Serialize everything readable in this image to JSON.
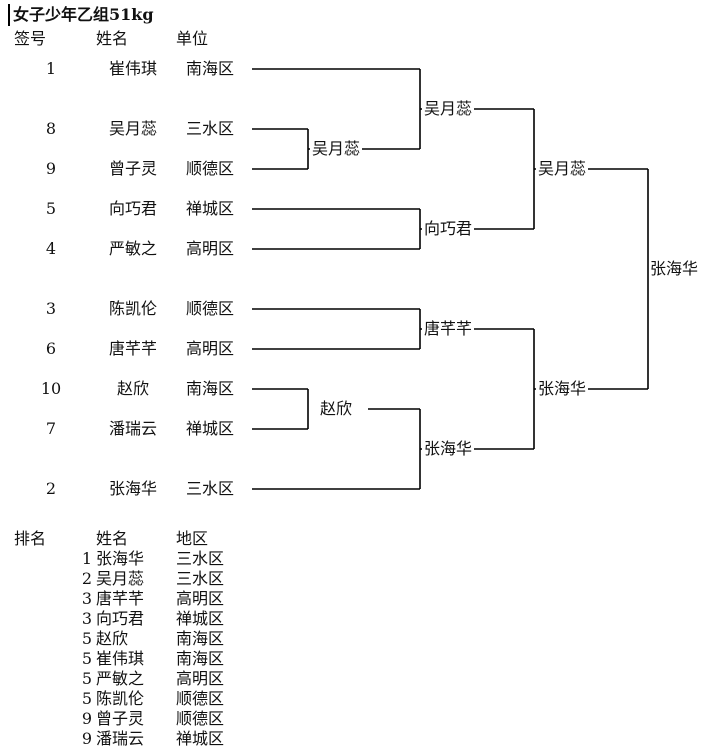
{
  "title": "女子少年乙组51kg",
  "headers": {
    "seed": "签号",
    "name": "姓名",
    "unit": "单位"
  },
  "entries": [
    {
      "seed": "1",
      "name": "崔伟琪",
      "unit": "南海区"
    },
    {
      "seed": "8",
      "name": "吴月蕊",
      "unit": "三水区"
    },
    {
      "seed": "9",
      "name": "曾子灵",
      "unit": "顺德区"
    },
    {
      "seed": "5",
      "name": "向巧君",
      "unit": "禅城区"
    },
    {
      "seed": "4",
      "name": "严敏之",
      "unit": "高明区"
    },
    {
      "seed": "3",
      "name": "陈凯伦",
      "unit": "顺德区"
    },
    {
      "seed": "6",
      "name": "唐芊芊",
      "unit": "高明区"
    },
    {
      "seed": "10",
      "name": "赵欣",
      "unit": "南海区"
    },
    {
      "seed": "7",
      "name": "潘瑞云",
      "unit": "禅城区"
    },
    {
      "seed": "2",
      "name": "张海华",
      "unit": "三水区"
    }
  ],
  "bracket": {
    "round1": [
      "吴月蕊",
      "赵欣"
    ],
    "round2": [
      "吴月蕊",
      "向巧君",
      "唐芊芊",
      "张海华"
    ],
    "semifinal": [
      "吴月蕊",
      "张海华"
    ],
    "champion": "张海华"
  },
  "ranking": {
    "header": {
      "rank": "排名",
      "name": "姓名",
      "region": "地区"
    },
    "rows": [
      {
        "rank": "1",
        "name": "张海华",
        "region": "三水区"
      },
      {
        "rank": "2",
        "name": "吴月蕊",
        "region": "三水区"
      },
      {
        "rank": "3",
        "name": "唐芊芊",
        "region": "高明区"
      },
      {
        "rank": "3",
        "name": "向巧君",
        "region": "禅城区"
      },
      {
        "rank": "5",
        "name": "赵欣",
        "region": "南海区"
      },
      {
        "rank": "5",
        "name": "崔伟琪",
        "region": "南海区"
      },
      {
        "rank": "5",
        "name": "严敏之",
        "region": "高明区"
      },
      {
        "rank": "5",
        "name": "陈凯伦",
        "region": "顺德区"
      },
      {
        "rank": "9",
        "name": "曾子灵",
        "region": "顺德区"
      },
      {
        "rank": "9",
        "name": "潘瑞云",
        "region": "禅城区"
      }
    ]
  }
}
